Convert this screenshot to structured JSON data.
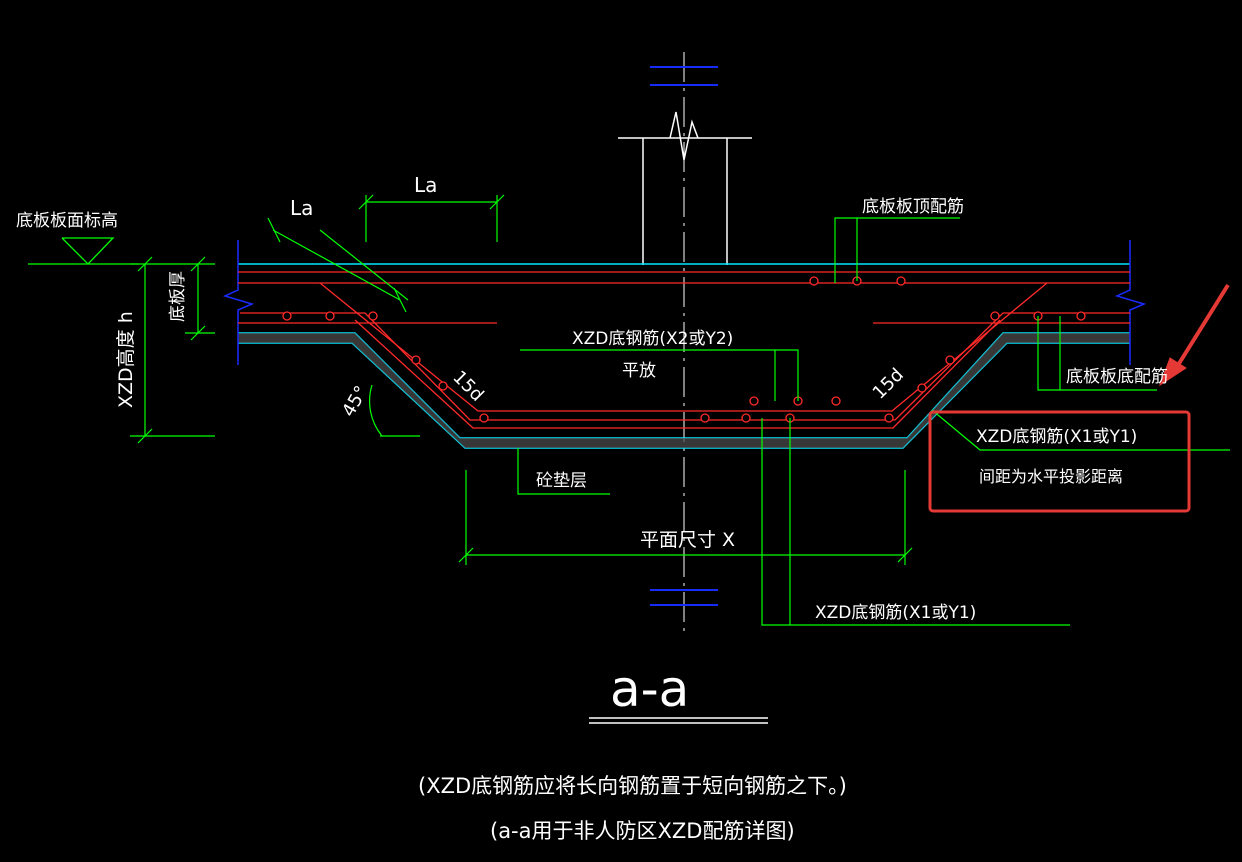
{
  "labels": {
    "slab_top_elev": "底板板面标高",
    "la_upper": "La",
    "la_left": "La",
    "slab_top_rebar": "底板板顶配筋",
    "slab_thick": "底板厚",
    "xzd_height": "XZD高度 h",
    "xzd_x2y2": "XZD底钢筋(X2或Y2)",
    "flat": "平放",
    "d15_left": "15d",
    "d15_right": "15d",
    "angle45": "45°",
    "slab_bottom_rebar": "底板板底配筋",
    "xzd_x1y1_box": "XZD底钢筋(X1或Y1)",
    "spacing_note": "间距为水平投影距离",
    "cushion": "砼垫层",
    "plan_size": "平面尺寸 X",
    "xzd_x1y1_bottom": "XZD底钢筋(X1或Y1)",
    "section_title": "a-a",
    "note1": "(XZD底钢筋应将长向钢筋置于短向钢筋之下。)",
    "note2": "(a-a用于非人防区XZD配筋详图)"
  },
  "colors": {
    "background": "#000000",
    "dimension": "#00ff00",
    "rebar": "#ff2a2a",
    "slab_outline": "#00e5ff",
    "text": "#ffffff",
    "column": "#ffffff",
    "axis": "#ffffff",
    "break_line": "#1a2bff",
    "highlight": "#e53935"
  }
}
